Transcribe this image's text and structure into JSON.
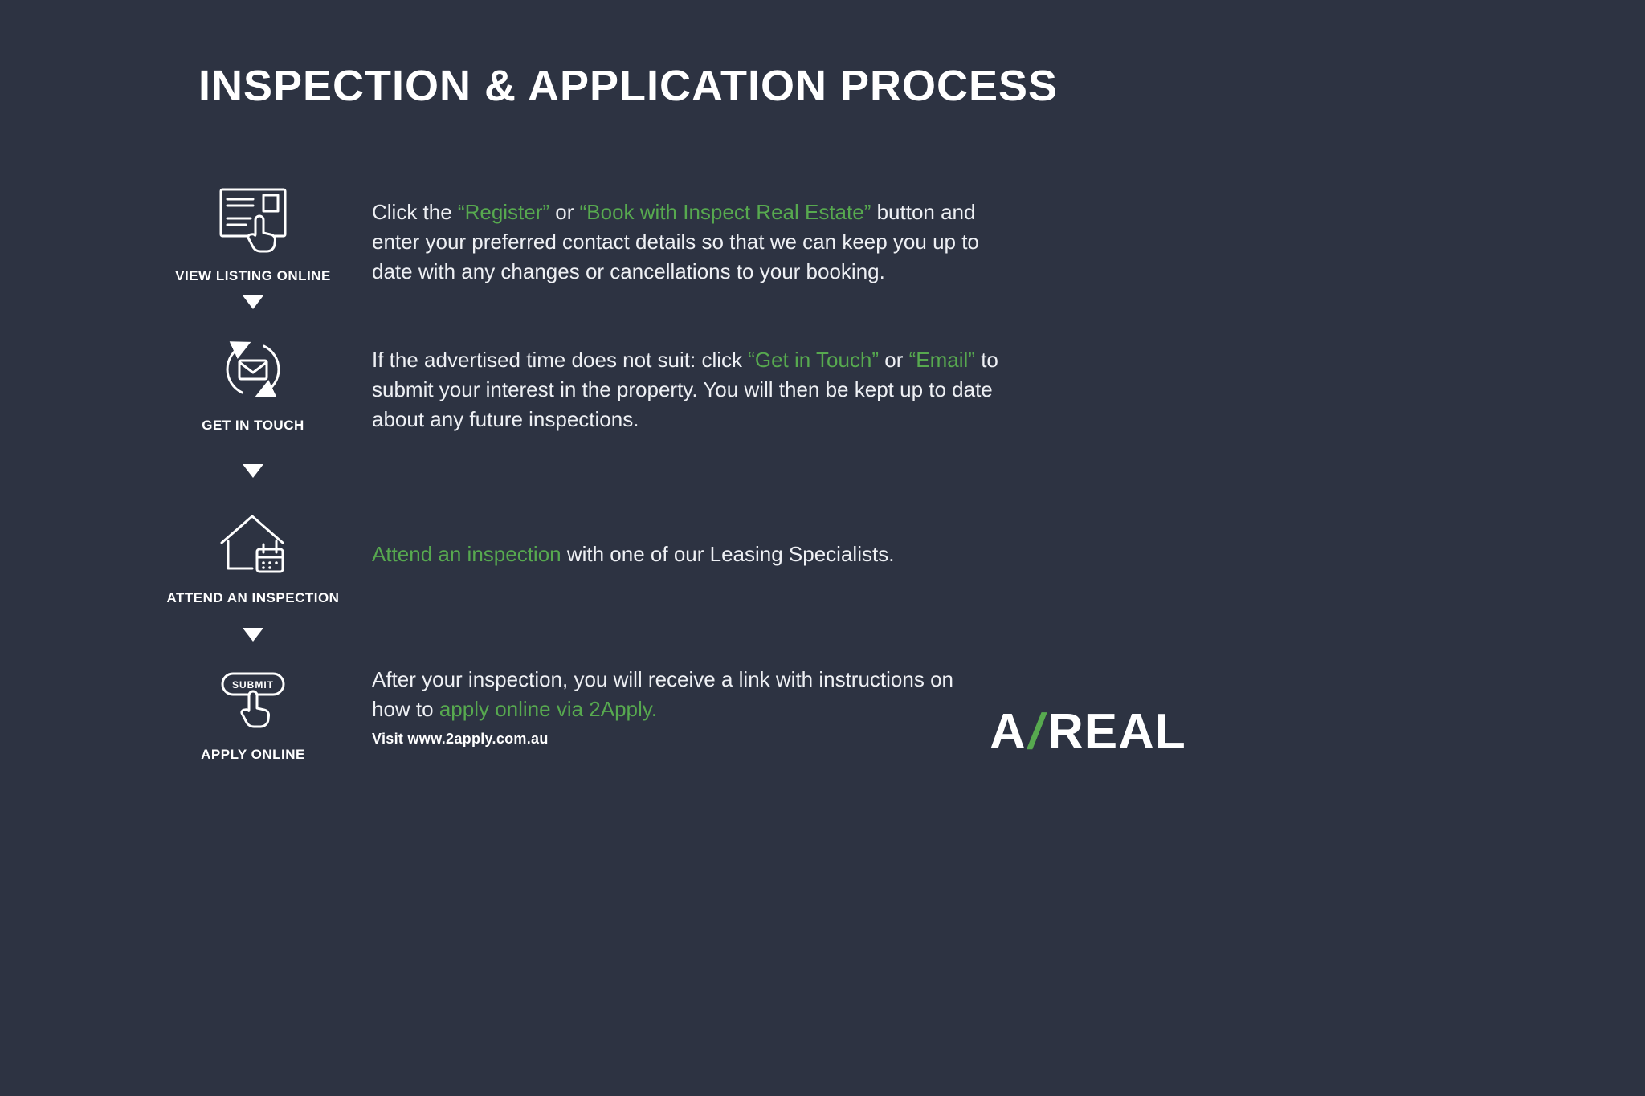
{
  "page": {
    "title": "INSPECTION & APPLICATION PROCESS"
  },
  "colors": {
    "background": "#2d3342",
    "accent": "#57a94f",
    "text": "#ffffff",
    "body-text": "#eef0f4"
  },
  "steps": [
    {
      "label": "VIEW LISTING ONLINE",
      "icon": "view-listing-online-icon",
      "segments": [
        {
          "text": "Click the ",
          "style": "plain"
        },
        {
          "text": "“Register”",
          "style": "green"
        },
        {
          "text": " or ",
          "style": "plain"
        },
        {
          "text": "“Book with Inspect Real Estate”",
          "style": "green"
        },
        {
          "text": " button and enter your preferred contact details so that we can keep you up to date with any changes or cancellations to your booking.",
          "style": "plain"
        }
      ]
    },
    {
      "label": "GET IN TOUCH",
      "icon": "get-in-touch-icon",
      "segments": [
        {
          "text": "If the advertised time does not suit: click ",
          "style": "plain"
        },
        {
          "text": "“Get in Touch”",
          "style": "green"
        },
        {
          "text": " or ",
          "style": "plain"
        },
        {
          "text": "“Email”",
          "style": "green"
        },
        {
          "text": " to submit your interest in the property. You will then be kept up to date about any future inspections.",
          "style": "plain"
        }
      ]
    },
    {
      "label": "ATTEND AN INSPECTION",
      "icon": "attend-an-inspection-icon",
      "segments": [
        {
          "text": "Attend an inspection",
          "style": "green"
        },
        {
          "text": " with one of our Leasing Specialists.",
          "style": "plain"
        }
      ]
    },
    {
      "label": "APPLY ONLINE",
      "icon": "apply-online-icon",
      "icon_text": "SUBMIT",
      "segments": [
        {
          "text": "After your inspection, you will receive a link with instructions on how to ",
          "style": "plain"
        },
        {
          "text": "apply online via 2Apply.",
          "style": "green"
        }
      ]
    }
  ],
  "footer": {
    "note": "Visit www.2apply.com.au"
  },
  "logo": {
    "part1": "A",
    "slash": "/",
    "part2": "REAL"
  }
}
